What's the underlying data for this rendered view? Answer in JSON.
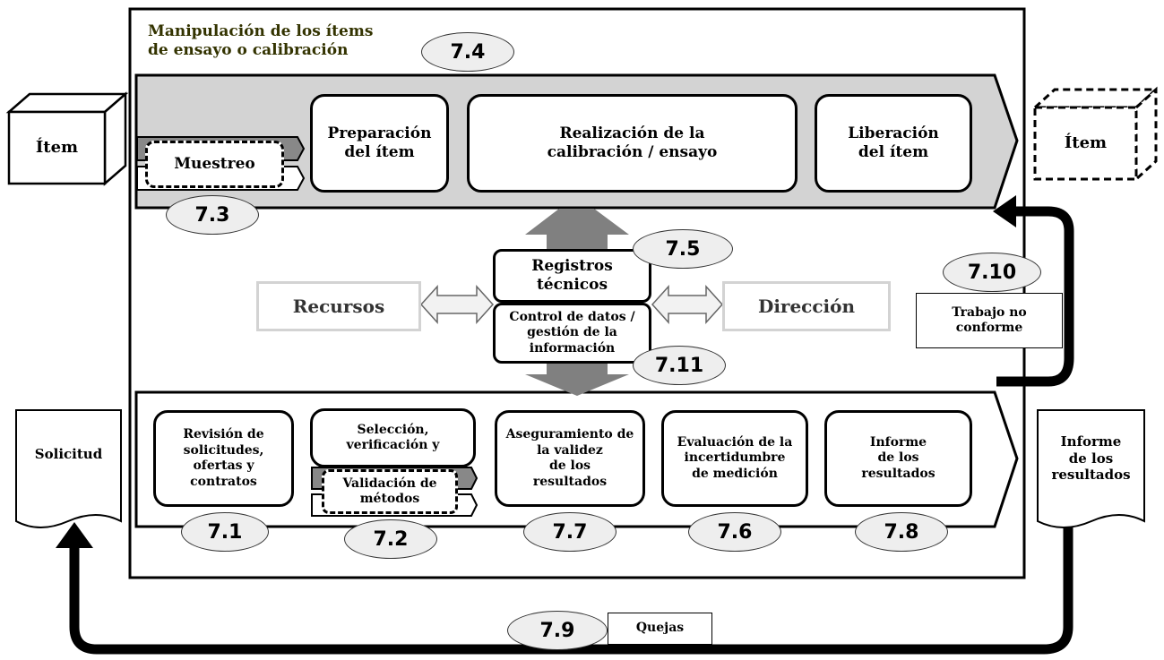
{
  "header": {
    "title": "Manipulación de los ítems\nde ensayo o calibración"
  },
  "sections": {
    "top": {
      "code": "7.4"
    },
    "bottom": {}
  },
  "items": {
    "input_item": "Ítem",
    "output_item": "Ítem",
    "request": "Solicitud",
    "results_report_doc": "Informe\nde los\nresultados"
  },
  "top_steps": [
    {
      "label": "Muestreo",
      "code": "7.3"
    },
    {
      "label": "Preparación\ndel ítem"
    },
    {
      "label": "Realización de la\ncalibración / ensayo"
    },
    {
      "label": "Liberación\ndel ítem"
    }
  ],
  "center": {
    "records": {
      "label": "Registros\ntécnicos",
      "code": "7.5"
    },
    "data_control": {
      "label": "Control de datos /\ngestión de la\ninformación",
      "code": "7.11"
    },
    "resources": "Recursos",
    "management": "Dirección"
  },
  "bottom_steps": [
    {
      "label": "Revisión de\nsolicitudes,\nofertas y\ncontratos",
      "code": "7.1"
    },
    {
      "label": "Selección,\nverificación y",
      "sublabel": "Validación de\nmétodos",
      "code": "7.2"
    },
    {
      "label": "Aseguramiento de\nla validez\nde  los\nresultados",
      "code": "7.7"
    },
    {
      "label": "Evaluación de la\nincertidumbre\nde medición",
      "code": "7.6"
    },
    {
      "label": "Informe\nde los\nresultados",
      "code": "7.8"
    }
  ],
  "nonconforming": {
    "label": "Trabajo no\nconforme",
    "code": "7.10"
  },
  "complaints": {
    "label": "Quejas",
    "code": "7.9"
  }
}
